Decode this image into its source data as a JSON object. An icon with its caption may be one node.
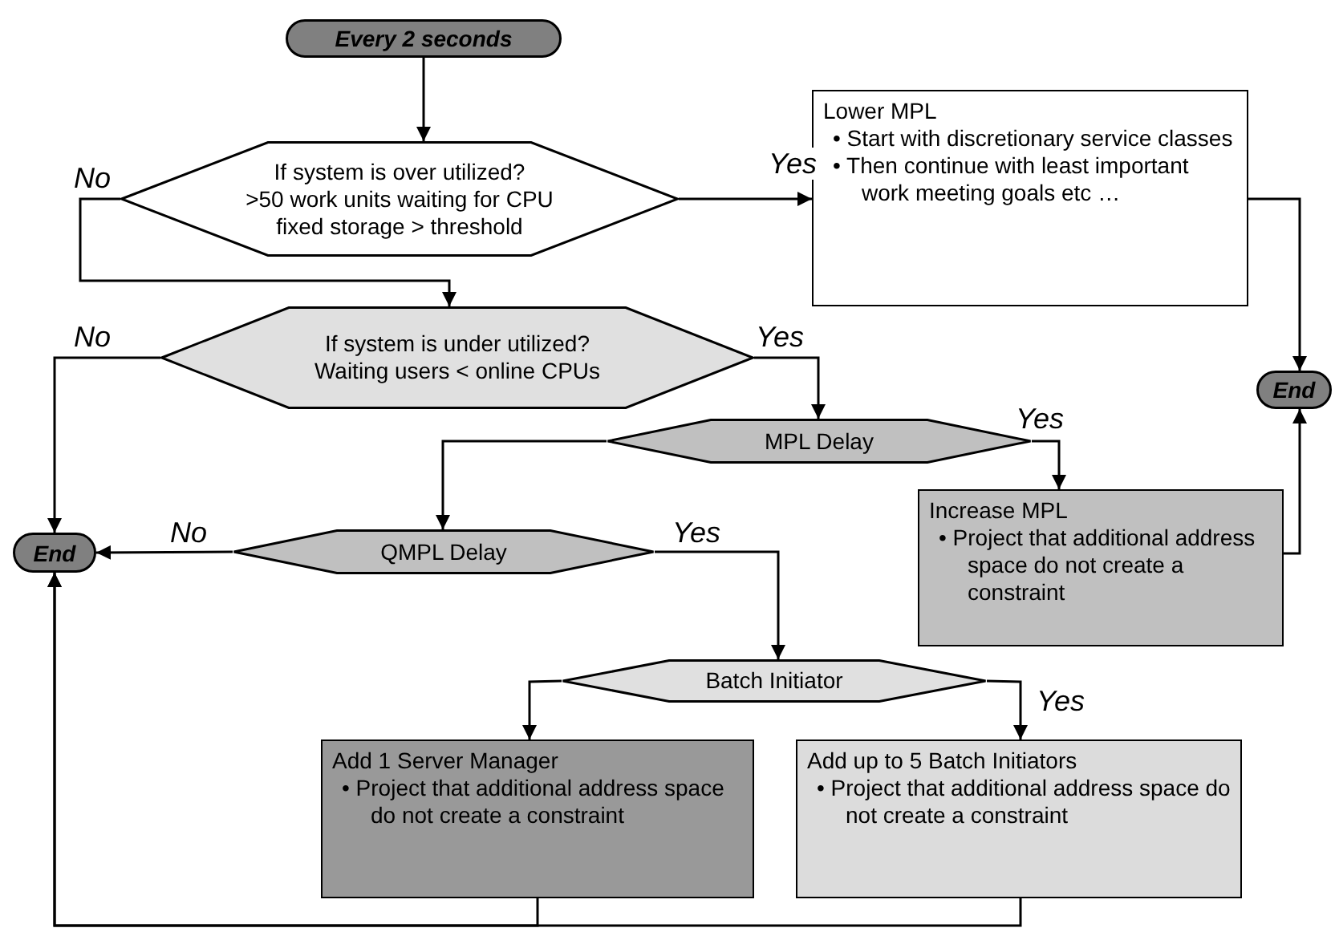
{
  "diagram": {
    "nodes": [
      {
        "text": [
          "Every 2 seconds"
        ]
      },
      {
        "text": [
          "If system is over utilized?",
          ">50 work units waiting for CPU",
          "fixed storage > threshold"
        ]
      },
      {
        "text": [
          "Lower MPL",
          "• Start with discretionary service classes",
          "• Then continue with least important work meeting goals etc …"
        ]
      },
      {
        "text": [
          "End"
        ]
      },
      {
        "text": [
          "If system is under utilized?",
          "Waiting users < online CPUs"
        ]
      },
      {
        "text": [
          "MPL Delay"
        ]
      },
      {
        "text": [
          "Increase MPL",
          "• Project that additional address space do not create a constraint"
        ]
      },
      {
        "text": [
          "End"
        ]
      },
      {
        "text": [
          "QMPL Delay"
        ]
      },
      {
        "text": [
          "Batch Initiator"
        ]
      },
      {
        "text": [
          "Add 1 Server Manager",
          "• Project that additional address space do not create a constraint"
        ]
      },
      {
        "text": [
          "Add up to 5 Batch Initiators",
          "• Project that additional address space do not create a constraint"
        ]
      }
    ],
    "edges": [
      {
        "from": 0,
        "to": 1,
        "arrow": "to"
      },
      {
        "from": 1,
        "to": 2,
        "arrow": "to",
        "label": "Yes"
      },
      {
        "from": 1,
        "to": 4,
        "arrow": "to",
        "label": "No"
      },
      {
        "from": 2,
        "to": 3,
        "arrow": "to"
      },
      {
        "from": 4,
        "to": 7,
        "arrow": "to",
        "label": "No"
      },
      {
        "from": 4,
        "to": 5,
        "arrow": "to",
        "label": "Yes"
      },
      {
        "from": 5,
        "to": 8,
        "arrow": "to"
      },
      {
        "from": 5,
        "to": 6,
        "arrow": "to",
        "label": "Yes"
      },
      {
        "from": 6,
        "to": 3,
        "arrow": "to"
      },
      {
        "from": 8,
        "to": 7,
        "arrow": "to",
        "label": "No"
      },
      {
        "from": 8,
        "to": 9,
        "arrow": "to",
        "label": "Yes"
      },
      {
        "from": 9,
        "to": 10,
        "arrow": "to"
      },
      {
        "from": 9,
        "to": 11,
        "arrow": "to",
        "label": "Yes"
      },
      {
        "from": 10,
        "to": 7,
        "arrow": "to"
      },
      {
        "from": 11,
        "to": 7,
        "arrow": "to"
      }
    ]
  }
}
